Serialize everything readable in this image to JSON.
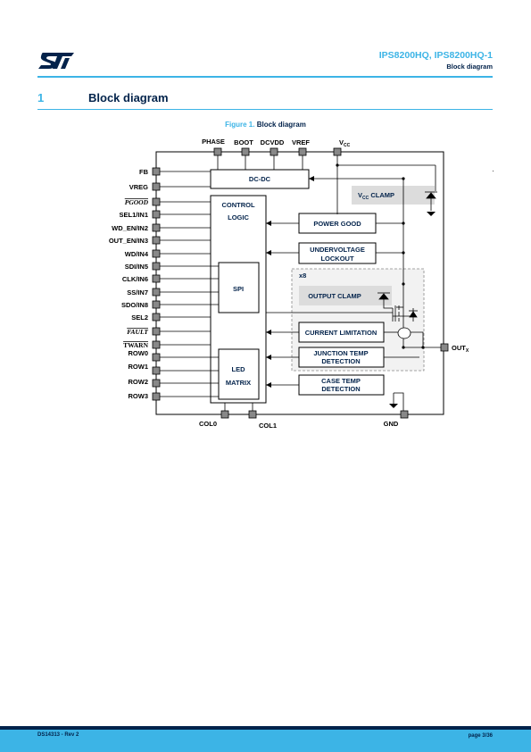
{
  "header": {
    "logo_text": "ST",
    "doc_title": "IPS8200HQ, IPS8200HQ-1",
    "section_name": "Block diagram"
  },
  "section": {
    "number": "1",
    "title": "Block diagram"
  },
  "figure": {
    "caption_prefix": "Figure 1.",
    "caption_text": "Block diagram"
  },
  "diagram": {
    "top_pins": {
      "phase": "PHASE",
      "boot": "BOOT",
      "dcvdd": "DCVDD",
      "vref": "VREF",
      "vcc": "V",
      "vcc_sub": "CC"
    },
    "left_pins": {
      "fb": "FB",
      "vreg": "VREG",
      "pgood": "PGOOD",
      "sel1": "SEL1/IN1",
      "wd_en": "WD_EN/IN2",
      "out_en": "OUT_EN/IN3",
      "wd": "WD/IN4",
      "sdi": "SDI/IN5",
      "clk": "CLK/IN6",
      "ss": "SS/IN7",
      "sdo": "SDO/IN8",
      "sel2": "SEL2",
      "fault": "FAULT",
      "twarn": "TWARN",
      "row0": "ROW0",
      "row1": "ROW1",
      "row2": "ROW2",
      "row3": "ROW3"
    },
    "bottom_pins": {
      "col0": "COL0",
      "col1": "COL1",
      "gnd": "GND"
    },
    "out_pin": {
      "main": "OUT",
      "sub": "X"
    },
    "blocks": {
      "dcdc": "DC-DC",
      "control_1": "CONTROL",
      "control_2": "LOGIC",
      "spi": "SPI",
      "led_1": "LED",
      "led_2": "MATRIX",
      "power_good": "POWER GOOD",
      "uvlo_1": "UNDERVOLTAGE",
      "uvlo_2": "LOCKOUT",
      "vcc_clamp_v": "V",
      "vcc_clamp_sub": "CC",
      "vcc_clamp_rest": " CLAMP",
      "x8": "x8",
      "output_clamp": "OUTPUT CLAMP",
      "current_limitation": "CURRENT LIMITATION",
      "junction_1": "JUNCTION TEMP",
      "junction_2": "DETECTION",
      "case_1": "CASE TEMP",
      "case_2": "DETECTION"
    }
  },
  "footer": {
    "doc_id": "DS14313 - Rev 2",
    "page": "page 3/36"
  },
  "colors": {
    "brand": "#3cb4e6",
    "navy": "#03234b"
  }
}
